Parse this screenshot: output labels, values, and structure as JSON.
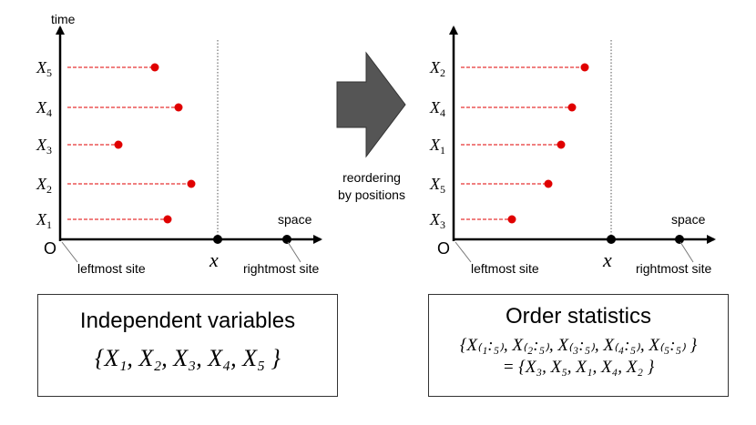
{
  "left_panel": {
    "y_axis_label": "time",
    "x_axis_label": "space",
    "origin_label": "O",
    "x_marker_label": "x",
    "leftmost_label": "leftmost site",
    "rightmost_label": "rightmost site",
    "rows": [
      {
        "var": "X",
        "sub": "5",
        "position": 0.52
      },
      {
        "var": "X",
        "sub": "4",
        "position": 0.65
      },
      {
        "var": "X",
        "sub": "3",
        "position": 0.32
      },
      {
        "var": "X",
        "sub": "2",
        "position": 0.72
      },
      {
        "var": "X",
        "sub": "1",
        "position": 0.59
      }
    ]
  },
  "right_panel": {
    "x_axis_label": "space",
    "origin_label": "O",
    "x_marker_label": "x",
    "leftmost_label": "leftmost site",
    "rightmost_label": "rightmost site",
    "rows": [
      {
        "var": "X",
        "sub": "2",
        "position": 0.72
      },
      {
        "var": "X",
        "sub": "4",
        "position": 0.65
      },
      {
        "var": "X",
        "sub": "1",
        "position": 0.59
      },
      {
        "var": "X",
        "sub": "5",
        "position": 0.52
      },
      {
        "var": "X",
        "sub": "3",
        "position": 0.32
      }
    ]
  },
  "arrow": {
    "label_line1": "reordering",
    "label_line2": "by positions"
  },
  "box_left": {
    "title": "Independent variables",
    "set": "{X₁, X₂, X₃, X₄, X₅ }"
  },
  "box_right": {
    "title": "Order statistics",
    "set_line1": "{X₍₁:₅₎, X₍₂:₅₎, X₍₃:₅₎, X₍₄:₅₎, X₍₅:₅₎ }",
    "set_line2": "= {X₃, X₅, X₁, X₄, X₂ }"
  },
  "colors": {
    "point": "#e00000",
    "dash": "#e00000",
    "axis": "#000000",
    "arrow": "#555555"
  }
}
